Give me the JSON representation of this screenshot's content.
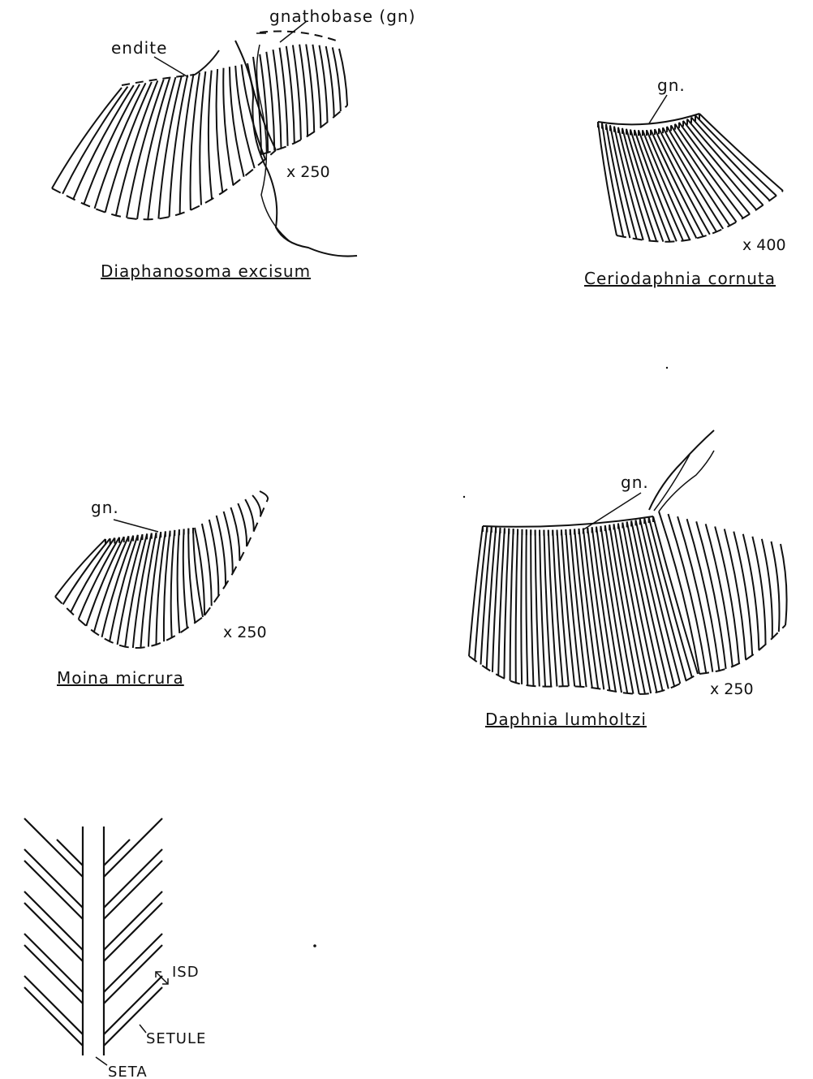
{
  "panels": {
    "diaphanosoma": {
      "species": "Diaphanosoma excisum",
      "magnification": "x 250",
      "labels": {
        "endite": "endite",
        "gnathobase": "gnathobase (gn)"
      }
    },
    "ceriodaphnia": {
      "species": "Ceriodaphnia cornuta",
      "magnification": "x 400",
      "labels": {
        "gn": "gn."
      }
    },
    "moina": {
      "species": "Moina micrura",
      "magnification": "x 250",
      "labels": {
        "gn": "gn."
      }
    },
    "daphnia": {
      "species": "Daphnia lumholtzi",
      "magnification": "x 250",
      "labels": {
        "gn": "gn."
      }
    },
    "setae": {
      "labels": {
        "isd": "ISD",
        "setule": "SETULE",
        "seta": "SETA"
      }
    }
  },
  "colors": {
    "ink": "#111111",
    "paper": "#ffffff"
  }
}
